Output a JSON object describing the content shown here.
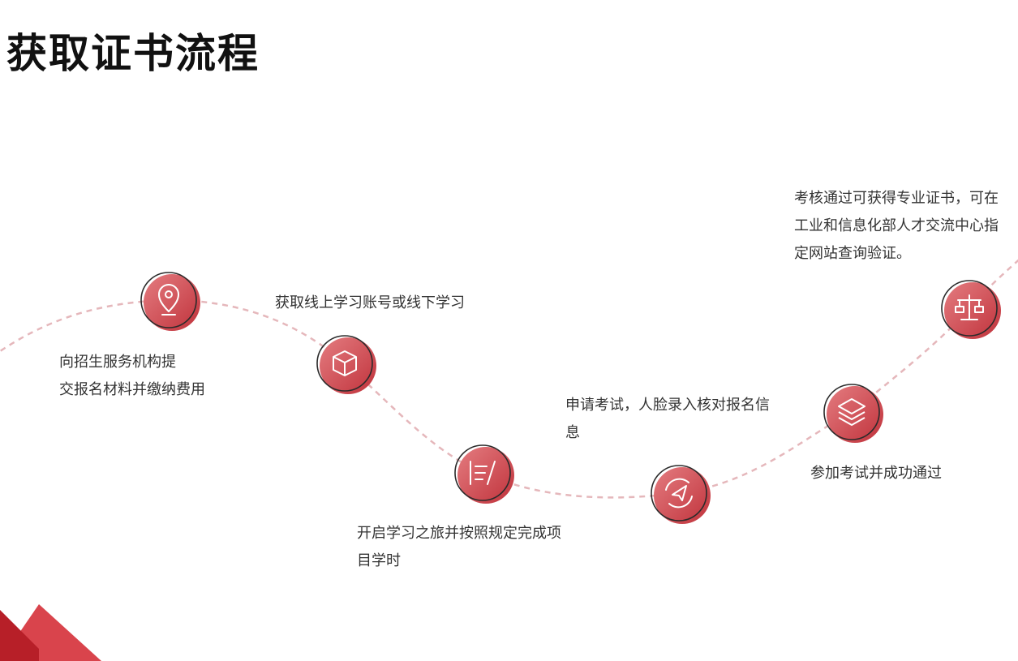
{
  "title": "获取证书流程",
  "colors": {
    "accent": "#c8373f",
    "accent_light": "#e2777b",
    "path": "#e5b7bb",
    "outline": "#2b2b2b"
  },
  "steps": [
    {
      "icon": "location-pin-icon",
      "lines": [
        "向招生服务机构提",
        "交报名材料并缴纳费用"
      ]
    },
    {
      "icon": "cube-icon",
      "lines": [
        "获取线上学习账号或线下学习"
      ]
    },
    {
      "icon": "notes-edit-icon",
      "lines": [
        "开启学习之旅并按照规定完成项",
        "目学时"
      ]
    },
    {
      "icon": "paper-plane-icon",
      "lines": [
        "申请考试，人脸录入核对报名信",
        "息"
      ]
    },
    {
      "icon": "layers-icon",
      "lines": [
        "参加考试并成功通过"
      ]
    },
    {
      "icon": "balance-scale-icon",
      "lines": [
        "考核通过可获得专业证书，可在",
        "工业和信息化部人才交流中心指",
        "定网站查询验证。"
      ]
    }
  ]
}
